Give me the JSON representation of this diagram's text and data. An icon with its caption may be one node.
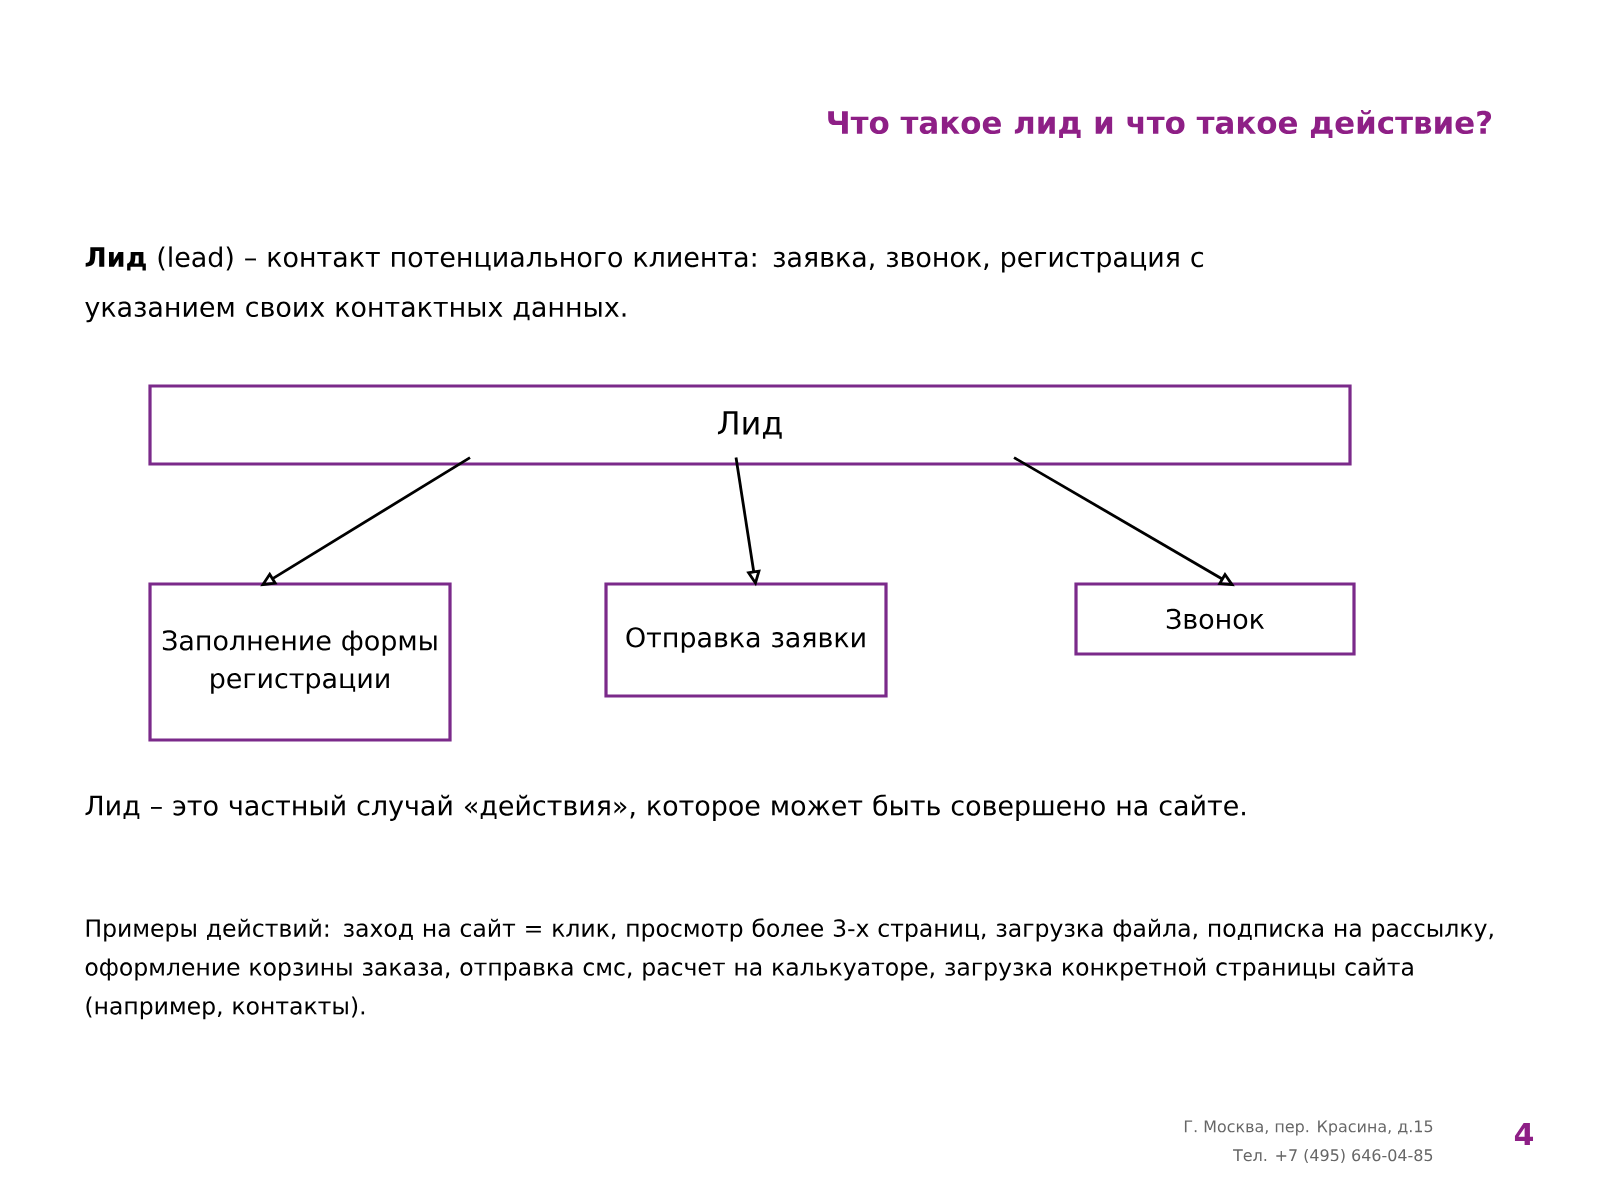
{
  "diagram": {
    "title": "Что такое лид и что такое действие?",
    "nodes": [
      {
        "text": [
          "Лид"
        ]
      },
      {
        "text": [
          "Заполнение формы регистрации"
        ]
      },
      {
        "text": [
          "Отправка заявки"
        ]
      },
      {
        "text": [
          "Звонок"
        ]
      }
    ],
    "edges": [
      {
        "from": 0,
        "to": 1,
        "arrow": "to"
      },
      {
        "from": 0,
        "to": 2,
        "arrow": "to"
      },
      {
        "from": 0,
        "to": 3,
        "arrow": "to"
      }
    ],
    "labels": [
      "**Лид** (lead) – контакт потенциального клиента: заявка, звонок, регистрация с указанием своих контактных данных.",
      "Лид – это частный случай «действия», которое может быть совершено на сайте.",
      "Примеры действий: заход на сайт = клик, просмотр более 3-х страниц, загрузка файла, подписка на рассылку, оформление корзины заказа, отправка смс, расчет на калькуаторе, загрузка конкретной страницы сайта (например, контакты).",
      "Г. Москва, пер. Красина, д.15",
      "Тел. +7 (495) 646-04-85",
      "4"
    ]
  }
}
